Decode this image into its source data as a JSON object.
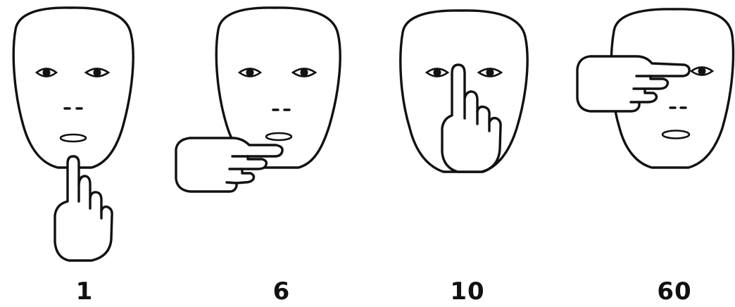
{
  "figure": {
    "panels": [
      {
        "label": "1",
        "gesture": "finger-on-chin"
      },
      {
        "label": "6",
        "gesture": "finger-on-lips"
      },
      {
        "label": "10",
        "gesture": "finger-on-nose"
      },
      {
        "label": "60",
        "gesture": "finger-at-eye"
      }
    ],
    "colors": {
      "ink": "#111111",
      "background": "#ffffff"
    }
  }
}
